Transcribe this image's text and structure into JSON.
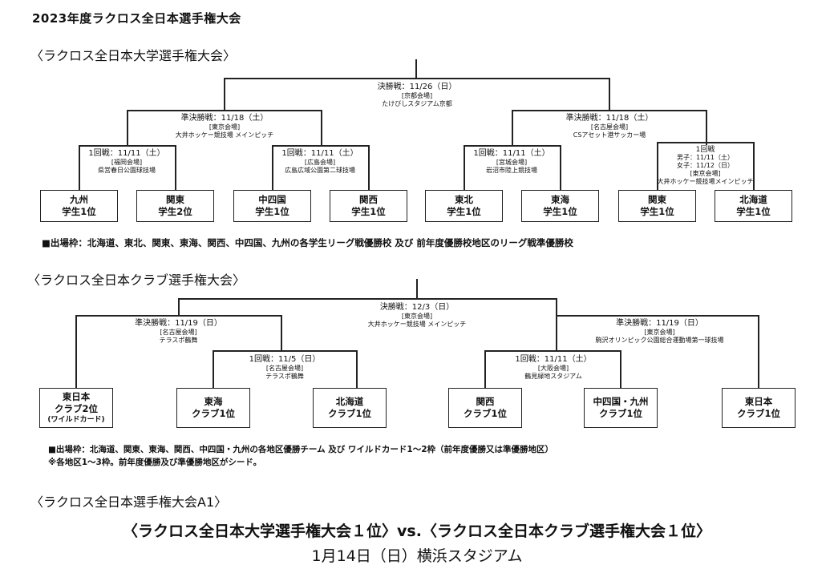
{
  "title": "2023年度ラクロス全日本選手権大会",
  "university": {
    "heading": "〈ラクロス全日本大学選手権大会〉",
    "final": {
      "label": "決勝戦：11/26（日）",
      "venue": "[京都会場]",
      "place": "たけびしスタジアム京都"
    },
    "semi_left": {
      "label": "準決勝戦：11/18（土）",
      "venue": "[東京会場]",
      "place": "大井ホッケー競技場 メインピッチ"
    },
    "semi_right": {
      "label": "準決勝戦：11/18（土）",
      "venue": "[名古屋会場]",
      "place": "CSアセット港サッカー場"
    },
    "r1_a": {
      "label": "1回戦：11/11（土）",
      "venue": "[福岡会場]",
      "place": "県営春日公園球技場"
    },
    "r1_b": {
      "label": "1回戦：11/11（土）",
      "venue": "[広島会場]",
      "place": "広島広域公園第二球技場"
    },
    "r1_c": {
      "label": "1回戦：11/11（土）",
      "venue": "[宮城会場]",
      "place": "岩沼市陸上競技場"
    },
    "r1_d": {
      "label": "1回戦",
      "men": "男子：11/11（土）",
      "women": "女子：11/12（日）",
      "venue": "[東京会場]",
      "place": "大井ホッケー競技場メインピッチ"
    },
    "teams": [
      {
        "region": "九州",
        "rank": "学生1位"
      },
      {
        "region": "関東",
        "rank": "学生2位"
      },
      {
        "region": "中四国",
        "rank": "学生1位"
      },
      {
        "region": "関西",
        "rank": "学生1位"
      },
      {
        "region": "東北",
        "rank": "学生1位"
      },
      {
        "region": "東海",
        "rank": "学生1位"
      },
      {
        "region": "関東",
        "rank": "学生1位"
      },
      {
        "region": "北海道",
        "rank": "学生1位"
      }
    ],
    "note": "■出場枠：北海道、東北、関東、東海、関西、中四国、九州の各学生リーグ戦優勝校 及び 前年度優勝校地区のリーグ戦準優勝校"
  },
  "club": {
    "heading": "〈ラクロス全日本クラブ選手権大会〉",
    "final": {
      "label": "決勝戦：12/3（日）",
      "venue": "[東京会場]",
      "place": "大井ホッケー競技場 メインピッチ"
    },
    "semi_left": {
      "label": "準決勝戦：11/19（日）",
      "venue": "[名古屋会場]",
      "place": "テラスポ鶴舞"
    },
    "semi_right": {
      "label": "準決勝戦：11/19（日）",
      "venue": "[東京会場]",
      "place": "駒沢オリンピック公園総合運動場第一球技場"
    },
    "r1_a": {
      "label": "1回戦：11/5（日）",
      "venue": "[名古屋会場]",
      "place": "テラスポ鶴舞"
    },
    "r1_b": {
      "label": "1回戦：11/11（土）",
      "venue": "[大阪会場]",
      "place": "鶴見緑地スタジアム"
    },
    "teams": [
      {
        "region": "東日本",
        "rank": "クラブ2位",
        "extra": "(ワイルドカード)"
      },
      {
        "region": "東海",
        "rank": "クラブ1位"
      },
      {
        "region": "北海道",
        "rank": "クラブ1位"
      },
      {
        "region": "関西",
        "rank": "クラブ1位"
      },
      {
        "region": "中四国・九州",
        "rank": "クラブ1位"
      },
      {
        "region": "東日本",
        "rank": "クラブ1位"
      }
    ],
    "note1": "■出場枠：北海道、関東、東海、関西、中四国・九州の各地区優勝チーム 及び ワイルドカード1～2枠（前年度優勝又は準優勝地区）",
    "note2": "※各地区1～3枠。前年度優勝及び準優勝地区がシード。"
  },
  "a1": {
    "heading": "〈ラクロス全日本選手権大会A1〉",
    "matchup": "〈ラクロス全日本大学選手権大会１位〉vs.〈ラクロス全日本クラブ選手権大会１位〉",
    "date_venue": "1月14日（日）横浜スタジアム"
  }
}
